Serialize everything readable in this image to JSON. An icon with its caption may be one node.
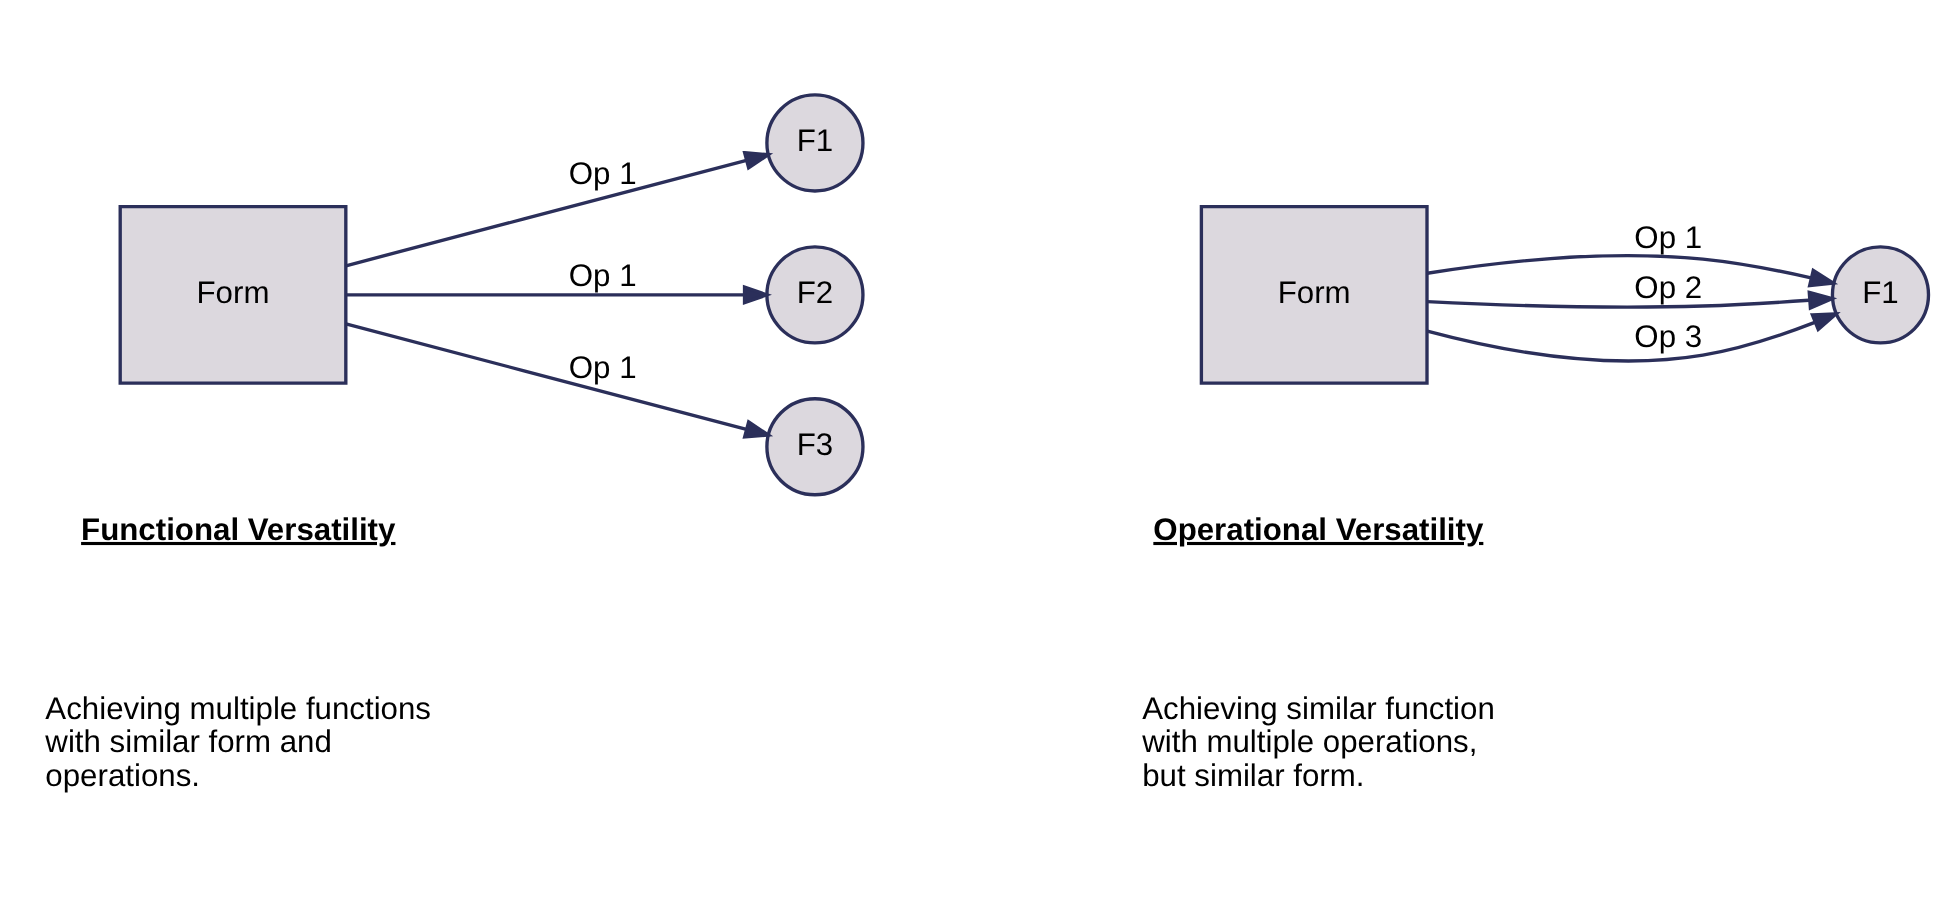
{
  "diagram": {
    "nodes": [
      {
        "text": [
          "Form"
        ]
      },
      {
        "text": [
          "F1"
        ]
      },
      {
        "text": [
          "F2"
        ]
      },
      {
        "text": [
          "F3"
        ]
      },
      {
        "text": [
          "Form"
        ]
      },
      {
        "text": [
          "F1"
        ]
      }
    ],
    "edges": [
      {
        "from": 0,
        "to": 1,
        "arrow": "to",
        "label": "Op 1"
      },
      {
        "from": 0,
        "to": 2,
        "arrow": "to",
        "label": "Op 1"
      },
      {
        "from": 0,
        "to": 3,
        "arrow": "to",
        "label": "Op 1"
      },
      {
        "from": 4,
        "to": 5,
        "arrow": "to",
        "label": "Op 1"
      },
      {
        "from": 4,
        "to": 5,
        "arrow": "to",
        "label": "Op 2"
      },
      {
        "from": 4,
        "to": 5,
        "arrow": "to",
        "label": "Op 3"
      }
    ],
    "labels": [
      "Functional Versatility",
      "Achieving multiple functions with similar form and operations.",
      "Operational Versatility",
      "Achieving similar function with multiple operations, but similar form."
    ]
  }
}
